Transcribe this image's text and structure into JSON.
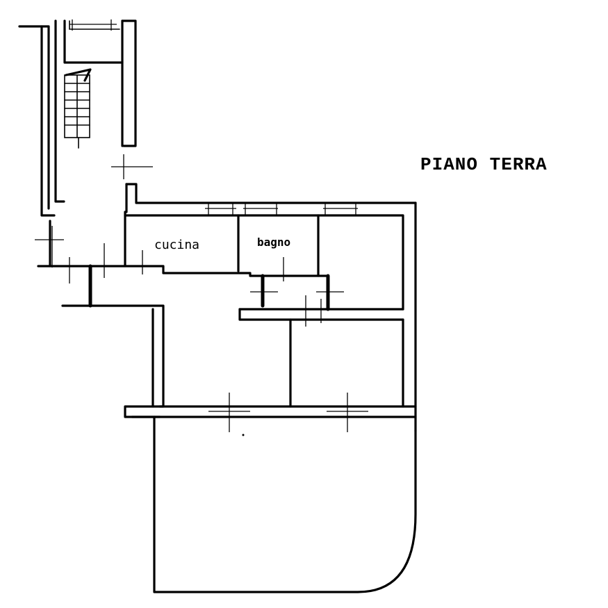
{
  "plan": {
    "title": "PIANO TERRA",
    "rooms": {
      "kitchen": "cucina",
      "bathroom": "bagno"
    }
  }
}
